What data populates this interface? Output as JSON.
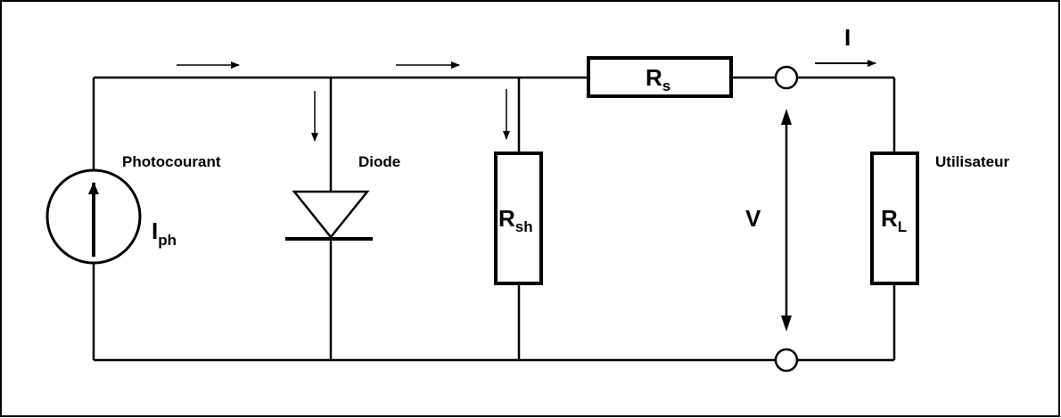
{
  "colors": {
    "line": "#000000",
    "background": "#ffffff"
  },
  "labels": {
    "photocourant": "Photocourant",
    "iph_main": "I",
    "iph_sub": "ph",
    "diode": "Diode",
    "rsh_main": "R",
    "rsh_sub": "sh",
    "rs_main": "R",
    "rs_sub": "s",
    "voltage": "V",
    "current": "I",
    "rl_main": "R",
    "rl_sub": "L",
    "utilisateur": "Utilisateur"
  }
}
